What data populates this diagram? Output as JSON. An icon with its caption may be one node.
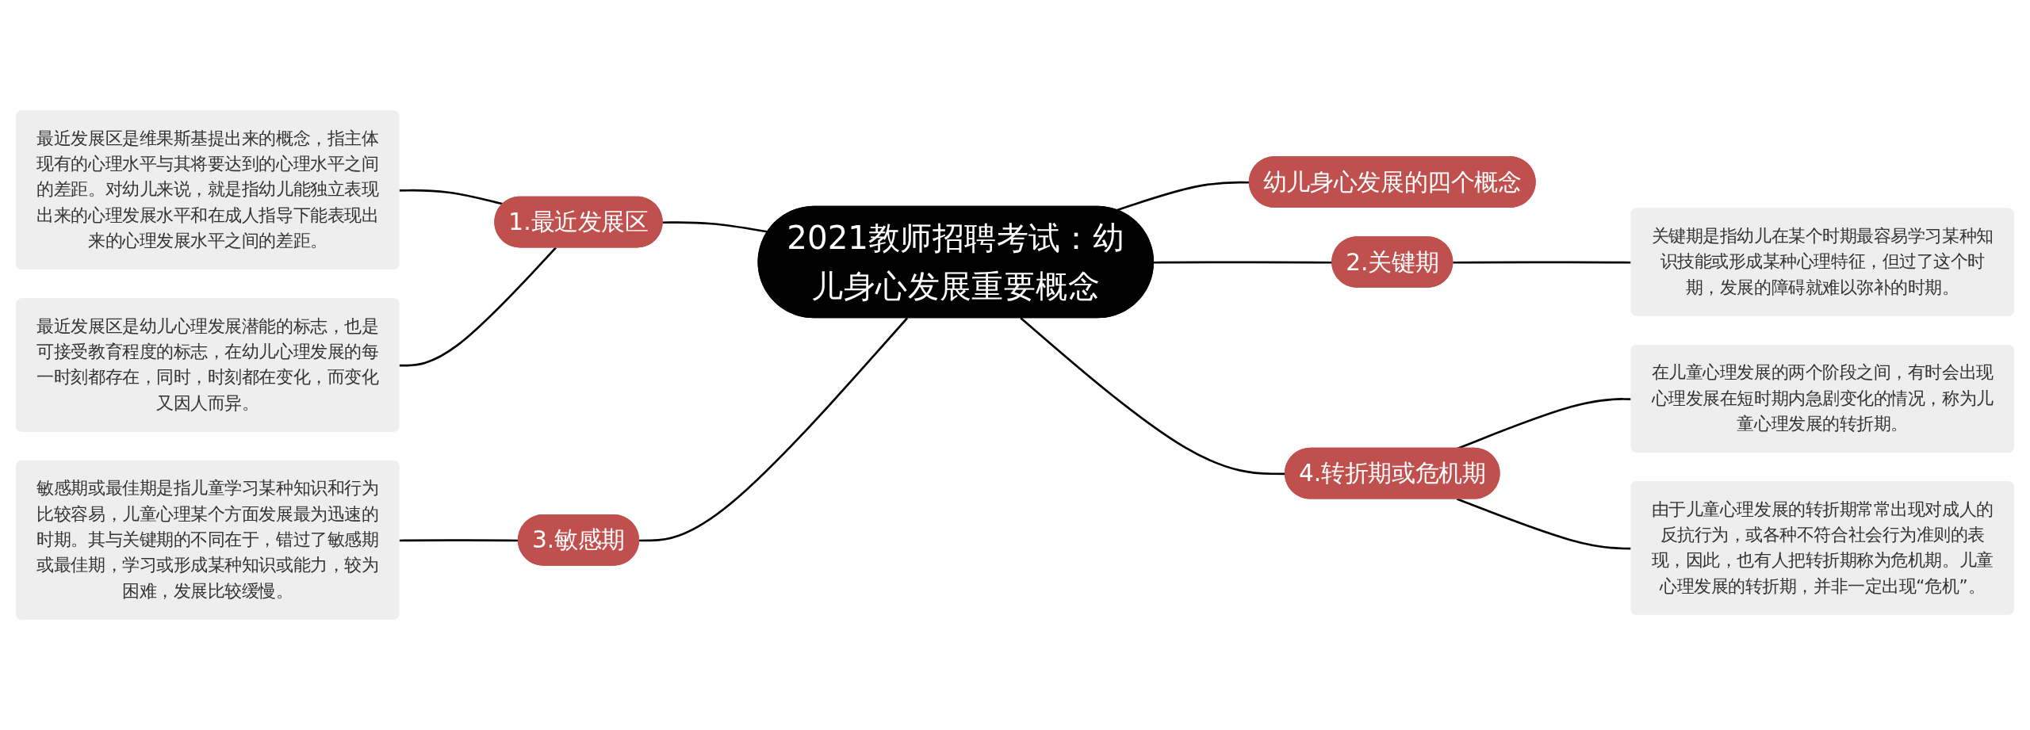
{
  "diagram": {
    "nodes": [
      {
        "text": [
          "2021教师招聘考试：幼儿身心发展重要概念"
        ]
      },
      {
        "text": [
          "幼儿身心发展的四个概念"
        ]
      },
      {
        "text": [
          "1.最近发展区"
        ]
      },
      {
        "text": [
          "最近发展区是维果斯基提出来的概念，指主体现有的心理水平与其将要达到的心理水平之间的差距。对幼儿来说，就是指幼儿能独立表现出来的心理发展水平和在成人指导下能表现出来的心理发展水平之间的差距。"
        ]
      },
      {
        "text": [
          "最近发展区是幼儿心理发展潜能的标志，也是可接受教育程度的标志，在幼儿心理发展的每一时刻都存在，同时，时刻都在变化，而变化又因人而异。"
        ]
      },
      {
        "text": [
          "2.关键期"
        ]
      },
      {
        "text": [
          "关键期是指幼儿在某个时期最容易学习某种知识技能或形成某种心理特征，但过了这个时期，发展的障碍就难以弥补的时期。"
        ]
      },
      {
        "text": [
          "3.敏感期"
        ]
      },
      {
        "text": [
          "敏感期或最佳期是指儿童学习某种知识和行为比较容易，儿童心理某个方面发展最为迅速的时期。其与关键期的不同在于，错过了敏感期或最佳期，学习或形成某种知识或能力，较为困难，发展比较缓慢。"
        ]
      },
      {
        "text": [
          "4.转折期或危机期"
        ]
      },
      {
        "text": [
          "在儿童心理发展的两个阶段之间，有时会出现心理发展在短时期内急剧变化的情况，称为儿童心理发展的转折期。"
        ]
      },
      {
        "text": [
          "由于儿童心理发展的转折期常常出现对成人的反抗行为，或各种不符合社会行为准则的表现，因此，也有人把转折期称为危机期。儿童心理发展的转折期，并非一定出现“危机”。"
        ]
      }
    ],
    "edges": [
      {
        "from": 2,
        "to": 0,
        "arrow": "none"
      },
      {
        "from": 3,
        "to": 2,
        "arrow": "none"
      },
      {
        "from": 4,
        "to": 2,
        "arrow": "none"
      },
      {
        "from": 7,
        "to": 0,
        "arrow": "none"
      },
      {
        "from": 8,
        "to": 7,
        "arrow": "none"
      },
      {
        "from": 0,
        "to": 1,
        "arrow": "none"
      },
      {
        "from": 0,
        "to": 5,
        "arrow": "none"
      },
      {
        "from": 5,
        "to": 6,
        "arrow": "none"
      },
      {
        "from": 0,
        "to": 9,
        "arrow": "none"
      },
      {
        "from": 9,
        "to": 10,
        "arrow": "none"
      },
      {
        "from": 9,
        "to": 11,
        "arrow": "none"
      }
    ]
  }
}
